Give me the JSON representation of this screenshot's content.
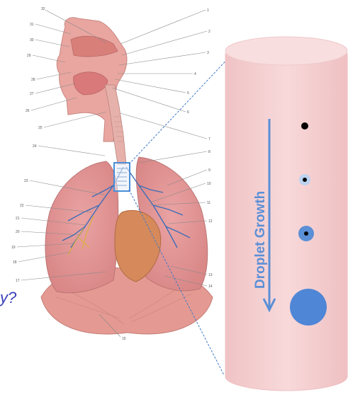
{
  "cylinder": {
    "title": "Droplet Growth",
    "fill": "#f6d3d5",
    "top_fill": "#f9dfe0",
    "accent": "#5b8fd6"
  },
  "droplets": [
    {
      "size": "smallest",
      "core": "#000000",
      "shell": null
    },
    {
      "size": "small",
      "core": "#000000",
      "shell": "#bcd3f0"
    },
    {
      "size": "medium",
      "core": "#000000",
      "shell": "#5b8fd6"
    },
    {
      "size": "large",
      "core": null,
      "shell": "#4f86d6"
    }
  ],
  "partial_text": "y?",
  "anatomy": {
    "label_numbers": [
      "32",
      "31",
      "30",
      "29",
      "28",
      "27",
      "26",
      "25",
      "24",
      "23",
      "22",
      "21",
      "20",
      "19",
      "18",
      "17",
      "1",
      "2",
      "3",
      "4",
      "5",
      "6",
      "7",
      "8",
      "9",
      "10",
      "11",
      "12",
      "13",
      "14",
      "15"
    ],
    "tissue_color": "#e8a0a0",
    "vessel_color": "#3d6db8",
    "highlight_color": "#4a8ed8"
  }
}
